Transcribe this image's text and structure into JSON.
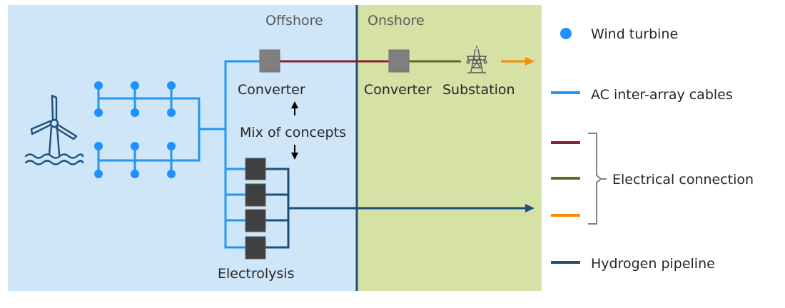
{
  "colors": {
    "offshore_bg": "#cfe5f8",
    "onshore_bg": "#d6e1a6",
    "divider": "#1f4e79",
    "wind_turbine": "#1e90ff",
    "ac_cable": "#2196f3",
    "converter": "#7f7f7f",
    "electrolyser": "#404040",
    "hvdc_link": "#8b1f33",
    "onshore_link": "#5b6b26",
    "grid_export": "#ff8c00",
    "hydrogen": "#1f4e79",
    "icon_stroke": "#1f4e79",
    "substation_icon": "#595959"
  },
  "zones": {
    "offshore": "Offshore",
    "onshore": "Onshore"
  },
  "nodes": {
    "offshore_converter": "Converter",
    "onshore_converter": "Converter",
    "substation": "Substation",
    "mix": "Mix of concepts",
    "electrolysis": "Electrolysis"
  },
  "wind_farm": {
    "rows": 4,
    "columns": 3,
    "groups": 2
  },
  "electrolyser_count": 4,
  "legend": {
    "wind_turbine": "Wind turbine",
    "ac_cables": "AC inter-array cables",
    "electrical_connection": "Electrical connection",
    "hydrogen_pipeline": "Hydrogen pipeline"
  }
}
